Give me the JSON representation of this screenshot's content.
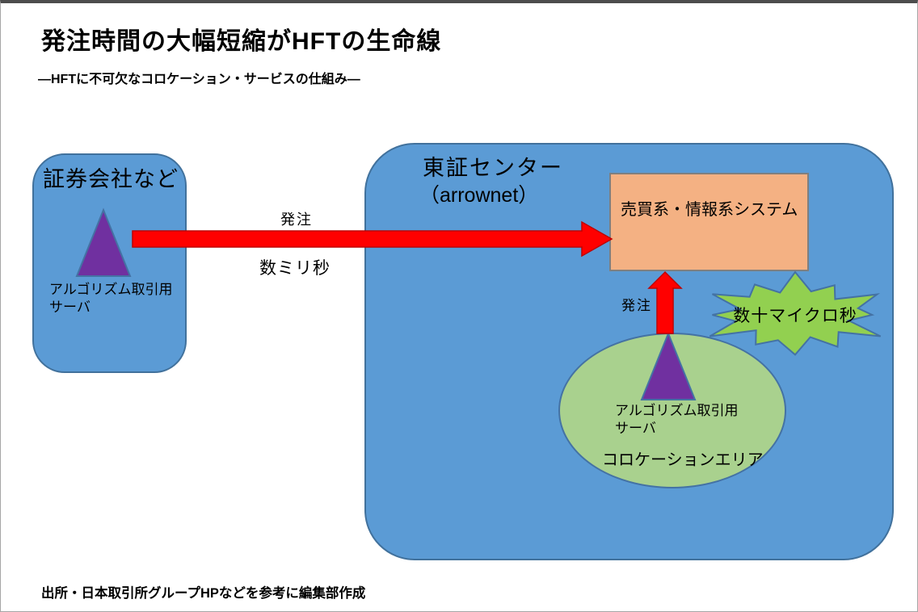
{
  "slide": {
    "title": "発注時間の大幅短縮がHFTの生命線",
    "subtitle": "—HFTに不可欠なコロケーション・サービスの仕組み—",
    "source": "出所・日本取引所グループHPなどを参考に編集部作成"
  },
  "broker": {
    "title": "証券会社など",
    "server_line1": "アルゴリズム取引用",
    "server_line2": "サーバ"
  },
  "order_flow": {
    "label": "発注",
    "latency": "数ミリ秒"
  },
  "tse": {
    "title": "東証センター",
    "subtitle": "（arrownet）",
    "system_label": "売買系・情報系システム",
    "order_label": "発注",
    "latency_burst": "数十マイクロ秒",
    "colo_server_line1": "アルゴリズム取引用",
    "colo_server_line2": "サーバ",
    "colo_area_label": "コロケーションエリア"
  },
  "colors": {
    "box_blue": "#5B9BD5",
    "box_blue_border": "#41719C",
    "server_purple": "#7030A0",
    "arrow_red": "#FF0000",
    "arrow_red_border": "#C00000",
    "system_orange": "#F4B183",
    "system_orange_border": "#7F7F7F",
    "colo_green": "#A9D18E",
    "burst_green": "#92D050",
    "shape_border_blue": "#4472A4"
  }
}
